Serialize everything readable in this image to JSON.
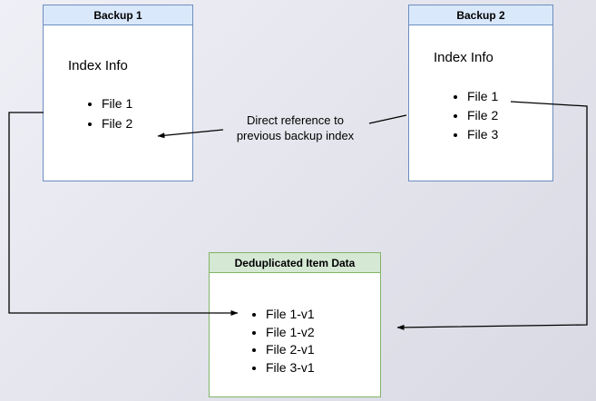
{
  "colors": {
    "blue_border": "#6c8ebf",
    "blue_fill": "#dae8fc",
    "green_border": "#82b366",
    "green_fill": "#d5e8d4"
  },
  "backup1": {
    "title": "Backup 1",
    "subtitle": "Index Info",
    "items": [
      "File 1",
      "File 2"
    ]
  },
  "backup2": {
    "title": "Backup 2",
    "subtitle": "Index Info",
    "items": [
      "File 1",
      "File 2",
      "File 3"
    ]
  },
  "dedup": {
    "title": "Deduplicated Item Data",
    "items": [
      "File 1-v1",
      "File 1-v2",
      "File 2-v1",
      "File 3-v1"
    ]
  },
  "annotation": {
    "line1": "Direct reference to",
    "line2": "previous backup index"
  }
}
